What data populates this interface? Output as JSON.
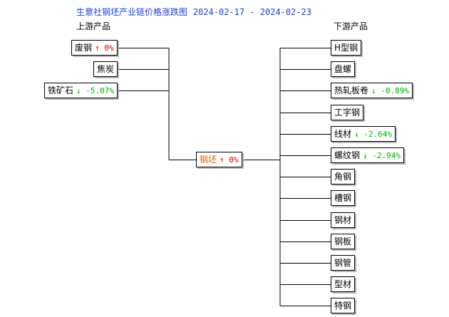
{
  "title": {
    "text": "生意社钢坯产业链价格涨跌图",
    "dates": "2024-02-17 - 2024-02-23"
  },
  "headers": {
    "upstream": "上游产品",
    "downstream": "下游产品"
  },
  "center": {
    "name": "钢坯",
    "arrow": "↑",
    "change": "0%",
    "direction": "up"
  },
  "upstream": [
    {
      "name": "废钢",
      "arrow": "↑",
      "change": "0%",
      "direction": "up"
    },
    {
      "name": "焦炭",
      "arrow": "",
      "change": "",
      "direction": "none"
    },
    {
      "name": "铁矿石",
      "arrow": "↓",
      "change": "-5.07%",
      "direction": "down"
    }
  ],
  "downstream": [
    {
      "name": "H型钢",
      "arrow": "",
      "change": "",
      "direction": "none"
    },
    {
      "name": "盘螺",
      "arrow": "",
      "change": "",
      "direction": "none"
    },
    {
      "name": "热轧板卷",
      "arrow": "↓",
      "change": "-0.89%",
      "direction": "down"
    },
    {
      "name": "工字钢",
      "arrow": "",
      "change": "",
      "direction": "none"
    },
    {
      "name": "线材",
      "arrow": "↓",
      "change": "-2.64%",
      "direction": "down"
    },
    {
      "name": "螺纹钢",
      "arrow": "↓",
      "change": "-2.94%",
      "direction": "down"
    },
    {
      "name": "角钢",
      "arrow": "",
      "change": "",
      "direction": "none"
    },
    {
      "name": "槽钢",
      "arrow": "",
      "change": "",
      "direction": "none"
    },
    {
      "name": "钢材",
      "arrow": "",
      "change": "",
      "direction": "none"
    },
    {
      "name": "钢板",
      "arrow": "",
      "change": "",
      "direction": "none"
    },
    {
      "name": "钢管",
      "arrow": "",
      "change": "",
      "direction": "none"
    },
    {
      "name": "型材",
      "arrow": "",
      "change": "",
      "direction": "none"
    },
    {
      "name": "特钢",
      "arrow": "",
      "change": "",
      "direction": "none"
    }
  ],
  "colors": {
    "title": "#1f3fd1",
    "center_name": "#e06000",
    "up": "#e00000",
    "down": "#00b000",
    "line": "#000000"
  }
}
